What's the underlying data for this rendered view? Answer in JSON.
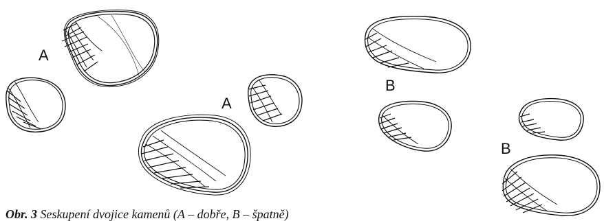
{
  "labels": {
    "group1": "A",
    "group2": "A",
    "group3": "B",
    "group4": "B"
  },
  "caption": {
    "prefix": "Obr. 3",
    "text": "Seskupení dvojice kamenů (A – dobře, B – špatně)"
  },
  "colors": {
    "ink": "#111111",
    "background": "#ffffff"
  },
  "icons": {
    "stone": "stone-outline-icon"
  }
}
